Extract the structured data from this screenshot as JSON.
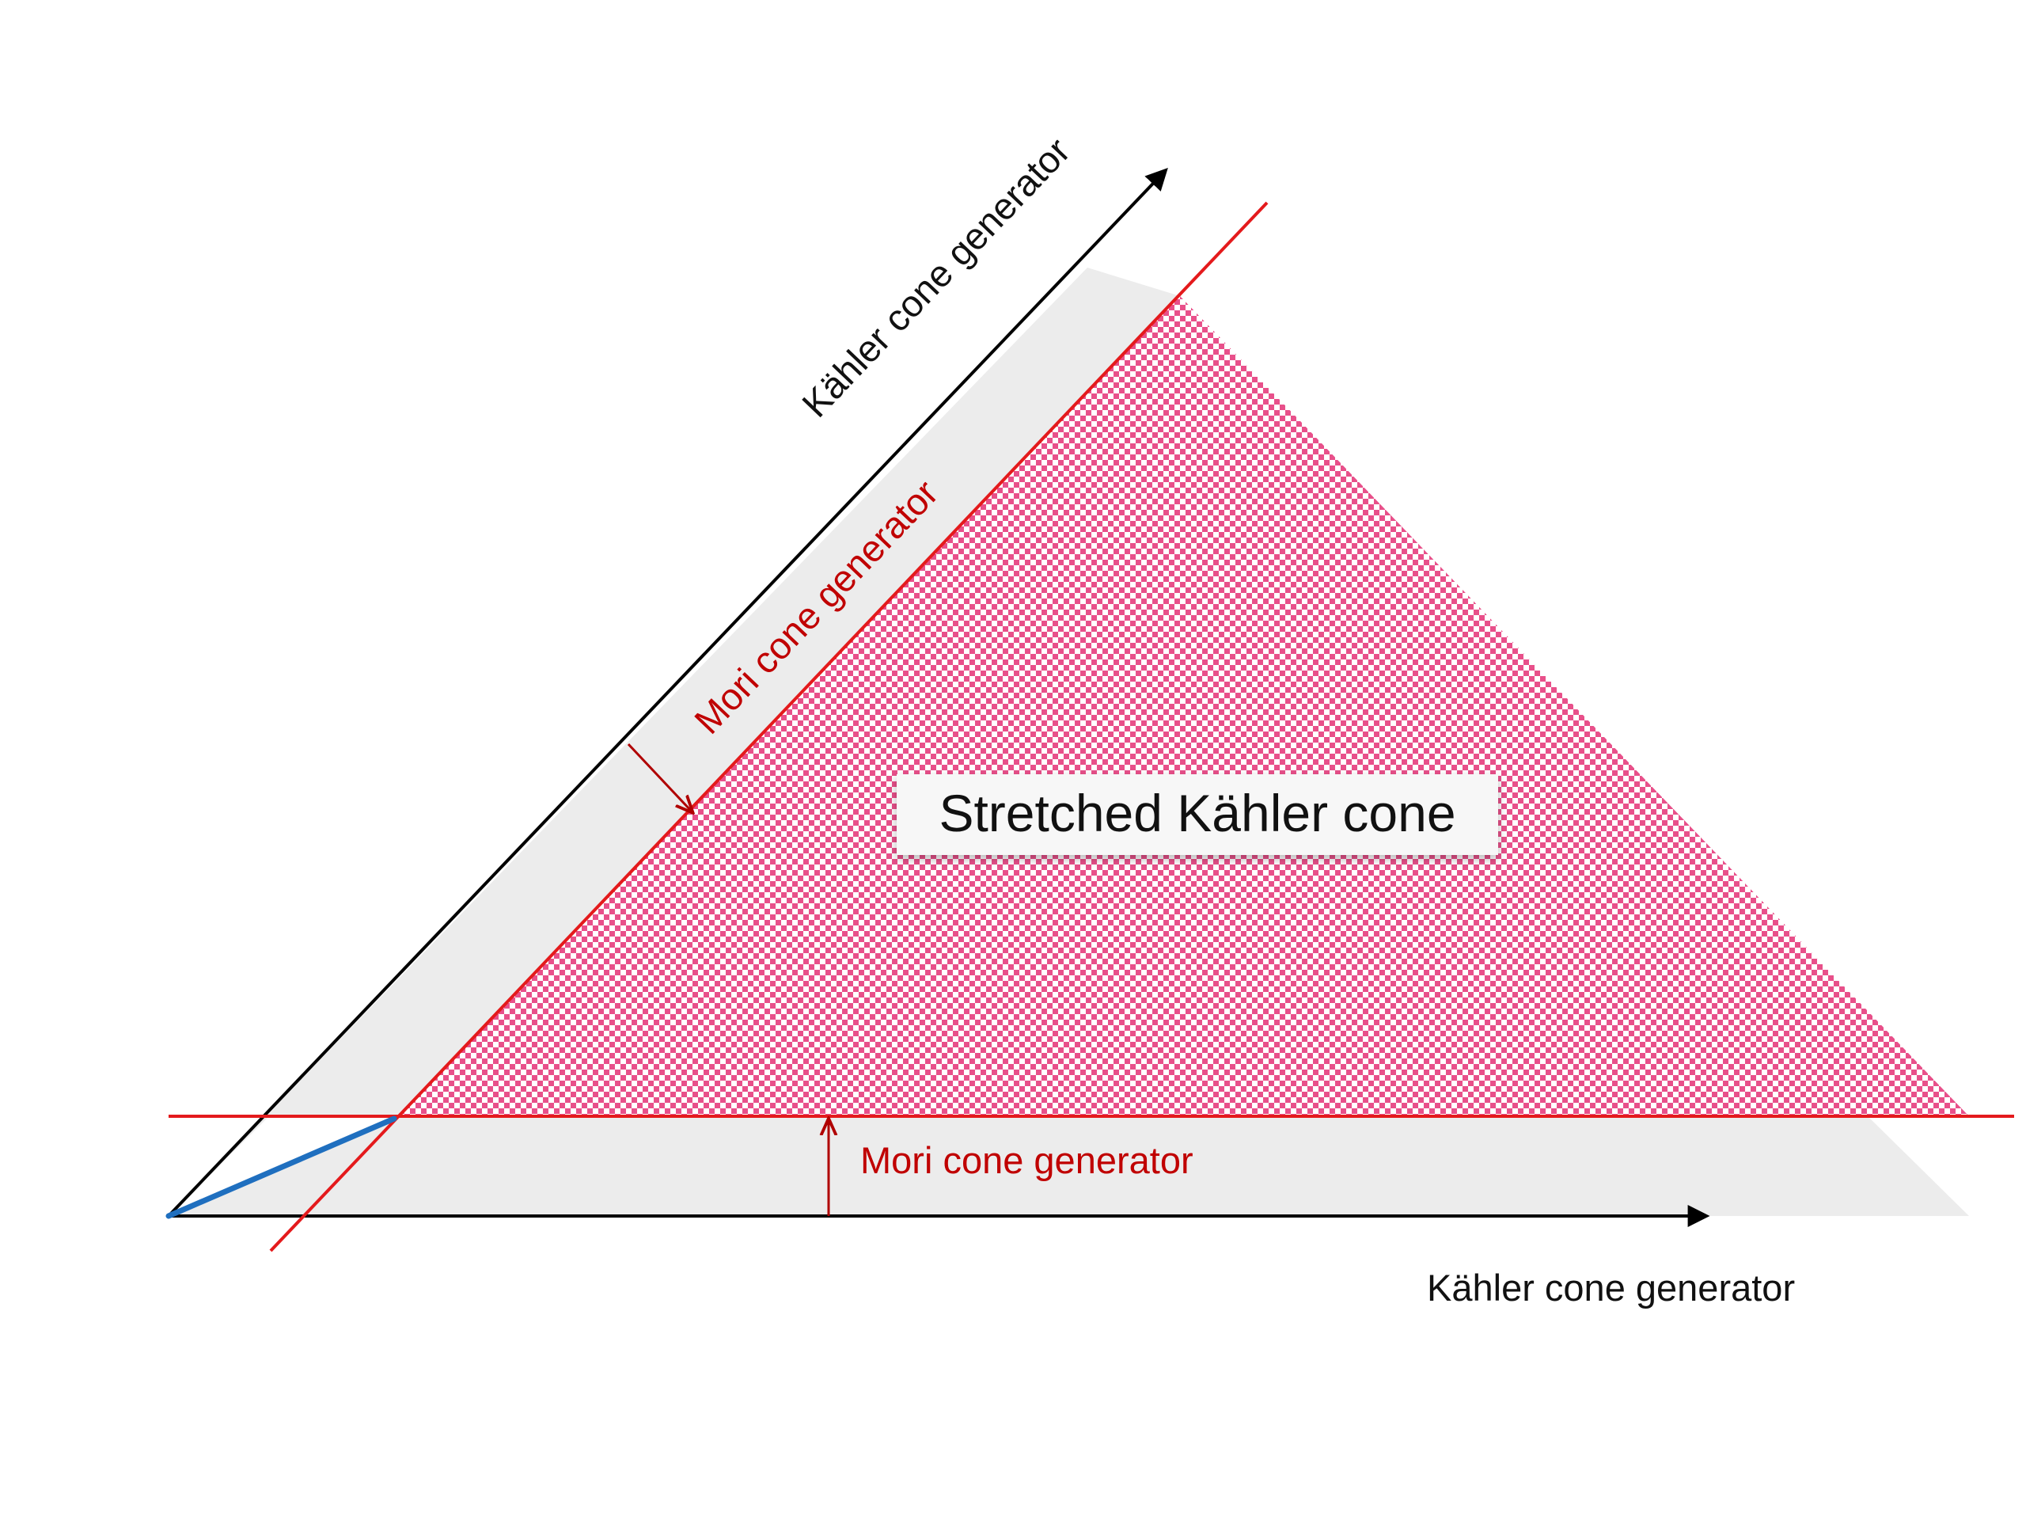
{
  "labels": {
    "kahler_generator_diagonal": "Kähler cone generator",
    "kahler_generator_horizontal": "Kähler cone generator",
    "mori_generator_diagonal": "Mori cone generator",
    "mori_generator_horizontal": "Mori cone generator",
    "stretched_cone": "Stretched Kähler cone"
  },
  "colors": {
    "kahler_axis": "#000000",
    "mori_line": "#e41a1c",
    "mori_text": "#c00000",
    "gray_band": "#ececec",
    "checker_pink": "#e8508a",
    "checker_white": "#ffffff",
    "blue_vector": "#1f6fbf"
  }
}
